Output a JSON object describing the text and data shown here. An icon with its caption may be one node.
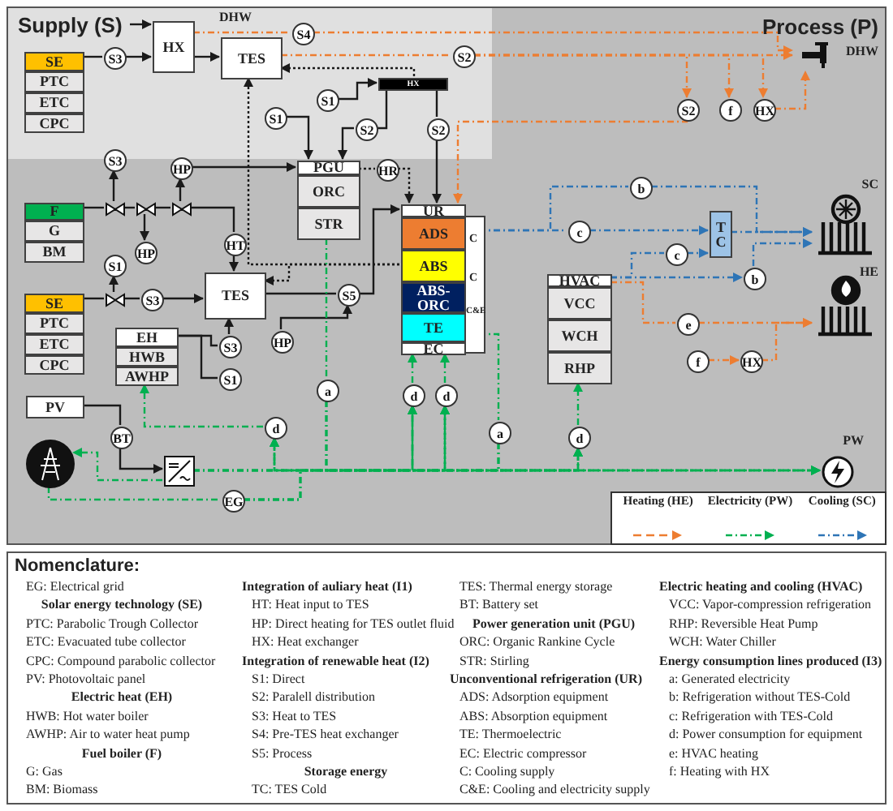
{
  "diagram": {
    "nodes": [
      {
        "text": [
          "Process (P)"
        ]
      },
      {
        "text": [
          "Supply (S)"
        ],
        "in": 0
      },
      {
        "text": [
          "SE"
        ],
        "in": 1
      },
      {
        "text": [
          "PTC"
        ],
        "in": 1
      },
      {
        "text": [
          "ETC"
        ],
        "in": 1
      },
      {
        "text": [
          "CPC"
        ],
        "in": 1
      },
      {
        "text": [
          "S3"
        ],
        "in": 1
      },
      {
        "text": [
          "HX"
        ],
        "in": 1
      },
      {
        "text": [
          "TES"
        ],
        "in": 1
      },
      {
        "text": [
          "S4"
        ],
        "in": 1
      },
      {
        "text": [
          "S2"
        ],
        "in": 1
      },
      {
        "text": [
          "HX"
        ],
        "in": 1
      },
      {
        "text": [
          "S1"
        ],
        "in": 1
      },
      {
        "text": [
          "S1"
        ],
        "in": 1
      },
      {
        "text": [
          "S2"
        ],
        "in": 1
      },
      {
        "text": [
          "S2"
        ],
        "in": 1
      },
      {
        "text": [
          "S3"
        ],
        "in": 0
      },
      {
        "text": [
          "HP"
        ],
        "in": 0
      },
      {
        "text": [
          "PGU"
        ],
        "in": 0
      },
      {
        "text": [
          "ORC"
        ],
        "in": 0
      },
      {
        "text": [
          "STR"
        ],
        "in": 0
      },
      {
        "text": [
          "HR"
        ],
        "in": 0
      },
      {
        "text": [
          "UR"
        ],
        "in": 0
      },
      {
        "text": [
          "ADS"
        ],
        "in": 0
      },
      {
        "text": [
          "ABS"
        ],
        "in": 0
      },
      {
        "text": [
          "ABS- ORC"
        ],
        "in": 0
      },
      {
        "text": [
          "TE"
        ],
        "in": 0
      },
      {
        "text": [
          "EC"
        ],
        "in": 0
      },
      {
        "text": [
          "DHW"
        ],
        "in": 0
      },
      {
        "text": [
          "S2"
        ],
        "in": 0
      },
      {
        "text": [
          "f"
        ],
        "in": 0
      },
      {
        "text": [
          "HX"
        ],
        "in": 0
      },
      {
        "text": [
          "F"
        ],
        "in": 0
      },
      {
        "text": [
          "G"
        ],
        "in": 0
      },
      {
        "text": [
          "BM"
        ],
        "in": 0
      },
      {
        "text": [],
        "shape": "valve",
        "in": 0
      },
      {
        "text": [],
        "shape": "valve",
        "in": 0
      },
      {
        "text": [],
        "shape": "valve",
        "in": 0
      },
      {
        "text": [
          "HP"
        ],
        "in": 0
      },
      {
        "text": [
          "HT"
        ],
        "in": 0
      },
      {
        "text": [
          "S1"
        ],
        "in": 0
      },
      {
        "text": [
          "TES"
        ],
        "in": 0
      },
      {
        "text": [],
        "shape": "valve",
        "in": 0
      },
      {
        "text": [
          "S3"
        ],
        "in": 0
      },
      {
        "text": [
          "S5"
        ],
        "in": 0
      },
      {
        "text": [
          "SE"
        ],
        "in": 0
      },
      {
        "text": [
          "PTC"
        ],
        "in": 0
      },
      {
        "text": [
          "ETC"
        ],
        "in": 0
      },
      {
        "text": [
          "CPC"
        ],
        "in": 0
      },
      {
        "text": [
          "EH"
        ],
        "in": 0
      },
      {
        "text": [
          "HWB"
        ],
        "in": 0
      },
      {
        "text": [
          "AWHP"
        ],
        "in": 0
      },
      {
        "text": [
          "S3"
        ],
        "in": 0
      },
      {
        "text": [
          "S1"
        ],
        "in": 0
      },
      {
        "text": [
          "HP"
        ],
        "in": 0
      },
      {
        "text": [
          "PV"
        ],
        "in": 0
      },
      {
        "text": [
          "BT"
        ],
        "in": 0
      },
      {
        "text": [],
        "shape": "pylon",
        "in": 0
      },
      {
        "text": [],
        "shape": "box",
        "in": 0
      },
      {
        "text": [
          "EG"
        ],
        "in": 0
      },
      {
        "text": [
          "d"
        ],
        "in": 0
      },
      {
        "text": [
          "a"
        ],
        "in": 0
      },
      {
        "text": [
          "d"
        ],
        "in": 0
      },
      {
        "text": [
          "d"
        ],
        "in": 0
      },
      {
        "text": [
          "a"
        ],
        "in": 0
      },
      {
        "text": [
          "d"
        ],
        "in": 0
      },
      {
        "text": [
          "PW"
        ],
        "in": 0
      },
      {
        "text": [
          "HVAC"
        ],
        "in": 0
      },
      {
        "text": [
          "VCC"
        ],
        "in": 0
      },
      {
        "text": [
          "WCH"
        ],
        "in": 0
      },
      {
        "text": [
          "RHP"
        ],
        "in": 0
      },
      {
        "text": [
          "b"
        ],
        "in": 0
      },
      {
        "text": [
          "c"
        ],
        "in": 0
      },
      {
        "text": [
          "T C"
        ],
        "in": 0
      },
      {
        "text": [
          "c"
        ],
        "in": 0
      },
      {
        "text": [
          "b"
        ],
        "in": 0
      },
      {
        "text": [
          "SC"
        ],
        "in": 0
      },
      {
        "text": [
          "HE"
        ],
        "in": 0
      },
      {
        "text": [
          "e"
        ],
        "in": 0
      },
      {
        "text": [
          "f"
        ],
        "in": 0
      },
      {
        "text": [
          "HX"
        ],
        "in": 0
      }
    ],
    "edges": [
      {
        "from": 2,
        "to": 6,
        "arrow": "none"
      },
      {
        "from": 6,
        "to": 7,
        "arrow": "to"
      },
      {
        "from": null,
        "to": 7,
        "arrow": "to"
      },
      {
        "from": 7,
        "to": 8,
        "arrow": "to"
      },
      {
        "from": 12,
        "to": 11,
        "arrow": "to"
      },
      {
        "from": 13,
        "to": 18,
        "arrow": "to"
      },
      {
        "from": 11,
        "to": 14,
        "arrow": "none"
      },
      {
        "from": 14,
        "to": 18,
        "arrow": "to"
      },
      {
        "from": 11,
        "to": 15,
        "arrow": "none"
      },
      {
        "from": 15,
        "to": 22,
        "arrow": "to"
      },
      {
        "from": 17,
        "to": 18,
        "arrow": "to"
      },
      {
        "from": 11,
        "to": 8,
        "arrow": "to",
        "style": "dashed"
      },
      {
        "from": 24,
        "to": 8,
        "arrow": "to",
        "style": "dashed"
      },
      {
        "from": 24,
        "to": 41,
        "arrow": "to",
        "style": "dashed"
      },
      {
        "from": 18,
        "to": 21,
        "arrow": "none",
        "style": "dashed"
      },
      {
        "from": 21,
        "to": 22,
        "arrow": "to",
        "style": "dashed"
      },
      {
        "from": 32,
        "to": 35,
        "arrow": "none"
      },
      {
        "from": 35,
        "to": 36,
        "arrow": "none"
      },
      {
        "from": 36,
        "to": 37,
        "arrow": "none"
      },
      {
        "from": 37,
        "to": 39,
        "arrow": "none"
      },
      {
        "from": 39,
        "to": 41,
        "arrow": "to"
      },
      {
        "from": 35,
        "to": 16,
        "arrow": "to"
      },
      {
        "from": 36,
        "to": 38,
        "arrow": "to"
      },
      {
        "from": 37,
        "to": 17,
        "arrow": "to"
      },
      {
        "from": 45,
        "to": 42,
        "arrow": "none"
      },
      {
        "from": 42,
        "to": 40,
        "arrow": "to"
      },
      {
        "from": 42,
        "to": 43,
        "arrow": "none"
      },
      {
        "from": 43,
        "to": 41,
        "arrow": "to"
      },
      {
        "from": 41,
        "to": 44,
        "arrow": "none"
      },
      {
        "from": 44,
        "to": 22,
        "arrow": "to"
      },
      {
        "from": 54,
        "to": 44,
        "arrow": "to"
      },
      {
        "from": 52,
        "to": 41,
        "arrow": "to"
      },
      {
        "from": 49,
        "to": 52,
        "arrow": "none"
      },
      {
        "from": 49,
        "to": 53,
        "arrow": "none"
      },
      {
        "from": 55,
        "to": 56,
        "arrow": "none"
      },
      {
        "from": 56,
        "to": 58,
        "arrow": "to"
      },
      {
        "from": 7,
        "to": 9,
        "arrow": "none",
        "style": "dashed",
        "color": "#ed7d31"
      },
      {
        "from": 9,
        "to": 28,
        "arrow": "to",
        "style": "dashed",
        "color": "#ed7d31"
      },
      {
        "from": 8,
        "to": 10,
        "arrow": "none",
        "style": "dashed",
        "color": "#ed7d31"
      },
      {
        "from": 10,
        "to": 28,
        "arrow": "to",
        "style": "dashed",
        "color": "#ed7d31"
      },
      {
        "from": 10,
        "to": 29,
        "arrow": "to",
        "style": "dashed",
        "color": "#ed7d31"
      },
      {
        "from": 10,
        "to": 30,
        "arrow": "to",
        "style": "dashed",
        "color": "#ed7d31"
      },
      {
        "from": 10,
        "to": 31,
        "arrow": "to",
        "style": "dashed",
        "color": "#ed7d31"
      },
      {
        "from": 31,
        "to": 28,
        "arrow": "to",
        "style": "dashed",
        "color": "#ed7d31"
      },
      {
        "from": 29,
        "to": 22,
        "arrow": "to",
        "style": "dashed",
        "color": "#ed7d31"
      },
      {
        "from": 67,
        "to": 78,
        "arrow": "none",
        "style": "dashed",
        "color": "#ed7d31"
      },
      {
        "from": 78,
        "to": 77,
        "arrow": "to",
        "style": "dashed",
        "color": "#ed7d31"
      },
      {
        "from": 79,
        "to": 80,
        "arrow": "to",
        "style": "dashed",
        "color": "#ed7d31"
      },
      {
        "from": 80,
        "to": 77,
        "arrow": "to",
        "style": "dashed",
        "color": "#ed7d31"
      },
      {
        "from": 23,
        "to": 72,
        "arrow": "none",
        "style": "dashed",
        "color": "#2e75b6"
      },
      {
        "from": 72,
        "to": 73,
        "arrow": "to",
        "style": "dashed",
        "color": "#2e75b6"
      },
      {
        "from": 23,
        "to": 71,
        "arrow": "none",
        "style": "dashed",
        "color": "#2e75b6"
      },
      {
        "from": 71,
        "to": 76,
        "arrow": "to",
        "style": "dashed",
        "color": "#2e75b6"
      },
      {
        "from": 73,
        "to": 76,
        "arrow": "to",
        "style": "dashed",
        "color": "#2e75b6"
      },
      {
        "from": 67,
        "to": 75,
        "arrow": "to",
        "style": "dashed",
        "color": "#2e75b6"
      },
      {
        "from": 67,
        "to": 74,
        "arrow": "none",
        "style": "dashed",
        "color": "#2e75b6"
      },
      {
        "from": 74,
        "to": 73,
        "arrow": "to",
        "style": "dashed",
        "color": "#2e75b6"
      },
      {
        "from": 75,
        "to": 76,
        "arrow": "to",
        "style": "dashed",
        "color": "#2e75b6"
      },
      {
        "from": 20,
        "to": 61,
        "arrow": "none",
        "style": "dashed",
        "color": "#00b050"
      },
      {
        "from": 26,
        "to": 64,
        "arrow": "none",
        "style": "dashed",
        "color": "#00b050"
      },
      {
        "from": 60,
        "to": 51,
        "arrow": "to",
        "style": "dashed",
        "color": "#00b050"
      },
      {
        "from": 62,
        "to": 27,
        "arrow": "to",
        "style": "dashed",
        "color": "#00b050"
      },
      {
        "from": 63,
        "to": 27,
        "arrow": "to",
        "style": "dashed",
        "color": "#00b050"
      },
      {
        "from": 65,
        "to": 70,
        "arrow": "to",
        "style": "dashed",
        "color": "#00b050"
      },
      {
        "from": 58,
        "to": 57,
        "arrow": "to",
        "style": "dashed",
        "color": "#00b050"
      },
      {
        "from": 57,
        "to": 59,
        "arrow": "none",
        "style": "dashed",
        "color": "#00b050"
      },
      {
        "from": 58,
        "to": 60,
        "arrow": "to",
        "style": "dashed",
        "color": "#00b050"
      },
      {
        "from": 58,
        "to": 62,
        "arrow": "to",
        "style": "dashed",
        "color": "#00b050"
      },
      {
        "from": 58,
        "to": 63,
        "arrow": "to",
        "style": "dashed",
        "color": "#00b050"
      },
      {
        "from": 58,
        "to": 65,
        "arrow": "to",
        "style": "dashed",
        "color": "#00b050"
      },
      {
        "from": 58,
        "to": 66,
        "arrow": "to",
        "style": "dashed",
        "color": "#00b050"
      },
      {
        "from": 61,
        "to": 60,
        "arrow": "to",
        "style": "dashed",
        "color": "#00b050"
      },
      {
        "from": 61,
        "to": 62,
        "arrow": "to",
        "style": "dashed",
        "color": "#00b050"
      },
      {
        "from": 61,
        "to": 63,
        "arrow": "to",
        "style": "dashed",
        "color": "#00b050"
      },
      {
        "from": 61,
        "to": 65,
        "arrow": "to",
        "style": "dashed",
        "color": "#00b050"
      },
      {
        "from": 61,
        "to": 66,
        "arrow": "to",
        "style": "dashed",
        "color": "#00b050"
      },
      {
        "from": 64,
        "to": 60,
        "arrow": "to",
        "style": "dashed",
        "color": "#00b050"
      },
      {
        "from": 64,
        "to": 62,
        "arrow": "to",
        "style": "dashed",
        "color": "#00b050"
      },
      {
        "from": 64,
        "to": 63,
        "arrow": "to",
        "style": "dashed",
        "color": "#00b050"
      },
      {
        "from": 64,
        "to": 65,
        "arrow": "to",
        "style": "dashed",
        "color": "#00b050"
      },
      {
        "from": 64,
        "to": 66,
        "arrow": "to",
        "style": "dashed",
        "color": "#00b050"
      },
      {
        "from": 59,
        "to": 60,
        "arrow": "to",
        "style": "dashed",
        "color": "#00b050"
      },
      {
        "from": 59,
        "to": 62,
        "arrow": "to",
        "style": "dashed",
        "color": "#00b050"
      },
      {
        "from": 59,
        "to": 63,
        "arrow": "to",
        "style": "dashed",
        "color": "#00b050"
      },
      {
        "from": 59,
        "to": 65,
        "arrow": "to",
        "style": "dashed",
        "color": "#00b050"
      },
      {
        "from": 59,
        "to": 66,
        "arrow": "to",
        "style": "dashed",
        "color": "#00b050"
      }
    ],
    "labels": [
      "DHW",
      "C",
      "C",
      "C&E",
      "Nomenclature:",
      "EG: Electrical grid",
      "Solar energy technology (SE)",
      "PTC: Parabolic Trough Collector",
      "ETC: Evacuated tube collector",
      "CPC: Compound parabolic collector",
      "PV: Photovoltaic panel",
      "Electric heat (EH)",
      "HWB: Hot water boiler",
      "AWHP: Air to water heat pump",
      "Fuel boiler (F)",
      "G: Gas",
      "BM: Biomass",
      "Integration of auliary heat (I1)",
      "HT: Heat input to TES",
      "HP: Direct heating for TES outlet fluid",
      "HX: Heat exchanger",
      "Integration of renewable heat (I2)",
      "S1: Direct",
      "S2: Paralell distribution",
      "S3: Heat to TES",
      "S4: Pre-TES heat exchanger",
      "S5: Process",
      "Storage energy",
      "TC: TES Cold",
      "TES: Thermal energy storage",
      "BT: Battery set",
      "Power generation unit (PGU)",
      "ORC: Organic Rankine Cycle",
      "STR: Stirling",
      "Unconventional refrigeration (UR)",
      "ADS: Adsorption equipment",
      "ABS: Absorption equipment",
      "TE: Thermoelectric",
      "EC: Electric compressor",
      "C: Cooling supply",
      "C&E: Cooling and electricity supply",
      "Electric heating and cooling (HVAC)",
      "VCC: Vapor-compression refrigeration",
      "RHP: Reversible Heat Pump",
      "WCH: Water Chiller",
      "Energy consumption lines produced (I3)",
      "a: Generated electricity",
      "b: Refrigeration without TES-Cold",
      "c: Refrigeration with TES-Cold",
      "d: Power consumption for equipment",
      "e: HVAC heating",
      "f: Heating with HX"
    ],
    "legend": [
      {
        "text": "Heating (HE)"
      },
      {
        "text": "Electricity (PW)"
      },
      {
        "text": "Cooling (SC)"
      }
    ]
  }
}
